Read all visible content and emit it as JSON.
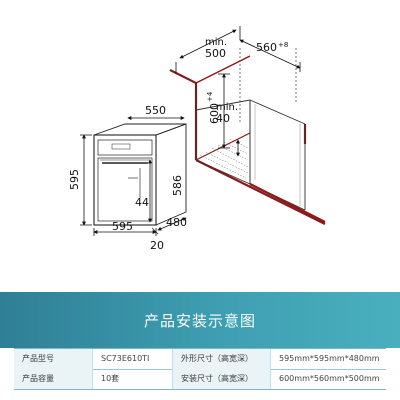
{
  "diagram": {
    "labels": {
      "min_500_min": "min.",
      "min_500_val": "500",
      "dim_560": "560",
      "dim_560_tol": "+8",
      "dim_600": "600",
      "dim_600_tol": "+4",
      "min_40_min": "min.",
      "min_40_val": "40",
      "dim_550": "550",
      "dim_595_left": "595",
      "dim_586": "586",
      "dim_44": "44",
      "dim_595_bottom": "595",
      "dim_480": "480",
      "dim_20": "20"
    }
  },
  "banner": {
    "title": "产品安装示意图"
  },
  "specs": {
    "rows": [
      {
        "label1": "产品型号",
        "value1": "SC73E610TI",
        "label2": "外形尺寸（高宽深）",
        "value2": "595mm*595mm*480mm"
      },
      {
        "label1": "产品容量",
        "value1": "10套",
        "label2": "安装尺寸（高宽深）",
        "value2": "600mm*560mm*500mm"
      }
    ]
  },
  "colors": {
    "banner_start": "#2f7f96",
    "banner_end": "#49afbe",
    "cabinet_edge": "#8b1a1a"
  }
}
